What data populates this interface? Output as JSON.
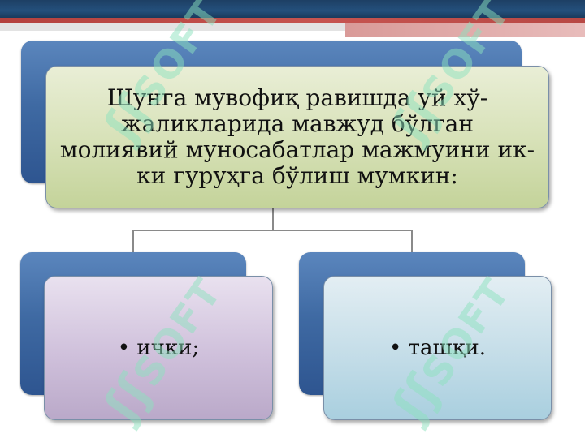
{
  "diagram": {
    "main_text": "Шунга мувофиқ равишда уй хў-жаликларида мавжуд бўлган молиявий муносабатлар мажмуини ик-ки гуруҳга бўлиш мумкин:",
    "left_item": "• ички;",
    "right_item": "• ташқи."
  },
  "watermark": {
    "text": "SOFT",
    "glyph": "ʃʃ"
  },
  "colors": {
    "header_navy": "#1d3f64",
    "header_red": "#b4413e",
    "back_blue": "#3f6aa3",
    "main_box": "#d8e2b9",
    "left_box": "#cfc0db",
    "right_box": "#c4dde8",
    "watermark_green": "#8ce1be"
  }
}
